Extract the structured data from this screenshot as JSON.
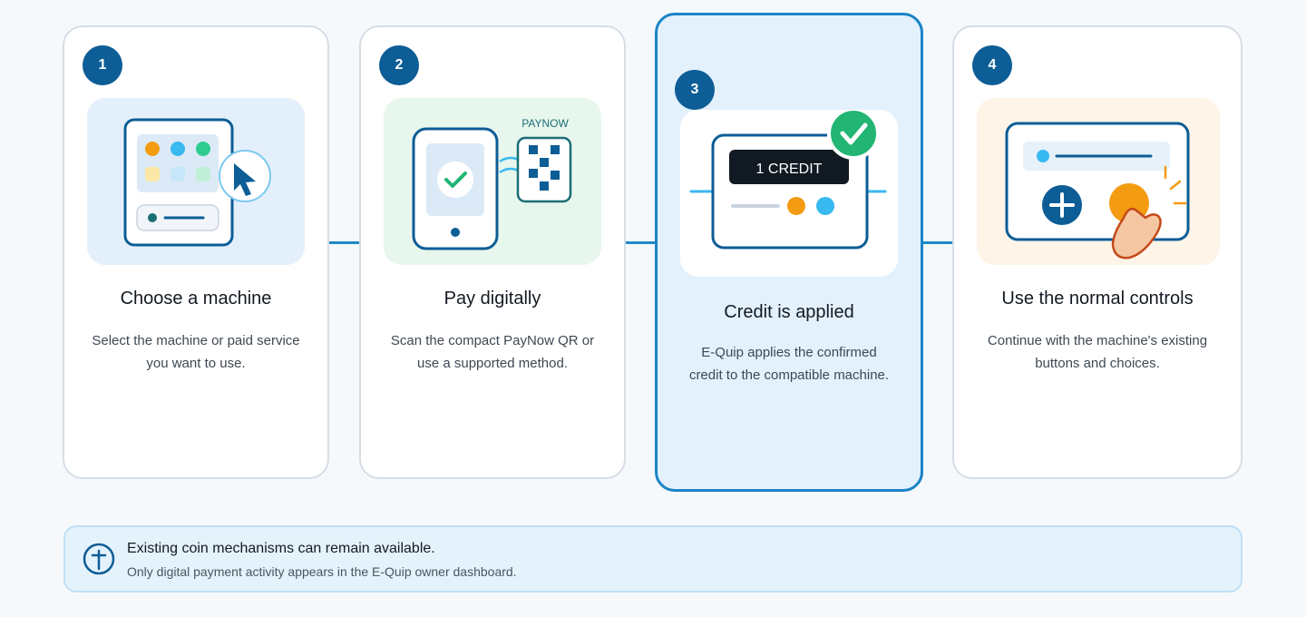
{
  "steps": [
    {
      "number": "1",
      "title": "Choose a machine",
      "description": "Select the machine or paid service you want to use."
    },
    {
      "number": "2",
      "title": "Pay digitally",
      "description": "Scan the compact PayNow QR or use a supported method.",
      "qr_label": "PAYNOW"
    },
    {
      "number": "3",
      "title": "Credit is applied",
      "description": "E-Quip applies the confirmed credit to the compatible machine.",
      "display_text": "1 CREDIT"
    },
    {
      "number": "4",
      "title": "Use the normal controls",
      "description": "Continue with the machine's existing buttons and choices."
    }
  ],
  "notice": {
    "icon": "coin-mechanism-icon",
    "title": "Existing coin mechanisms can remain available.",
    "subtitle": "Only digital payment activity appears in the E-Quip owner dashboard."
  },
  "colors": {
    "accent": "#0d5d96",
    "active_border": "#1b84c6",
    "success": "#22b573",
    "orange": "#f39c12"
  }
}
